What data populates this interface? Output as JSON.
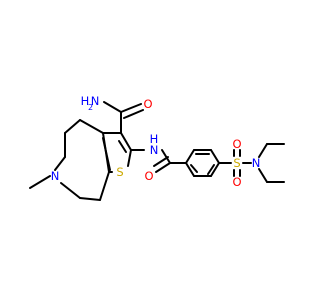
{
  "molecule": {
    "colors": {
      "bond": "#000000",
      "N": "#0000ff",
      "O": "#ff0000",
      "S": "#ccaa00",
      "background": "#ffffff"
    },
    "labels": {
      "amide_nh2_n": "H",
      "amide_nh2_h": "N",
      "amide_nh2_sub": "2",
      "amide_o": "O",
      "nh_link": "N",
      "nh_link_h": "H",
      "carbonyl_o": "O",
      "ring_n": "N",
      "thiophene_s": "S",
      "sulfonyl_s": "S",
      "sulfonyl_o_top": "O",
      "sulfonyl_o_bottom": "O",
      "sulfonamide_n": "N"
    }
  }
}
